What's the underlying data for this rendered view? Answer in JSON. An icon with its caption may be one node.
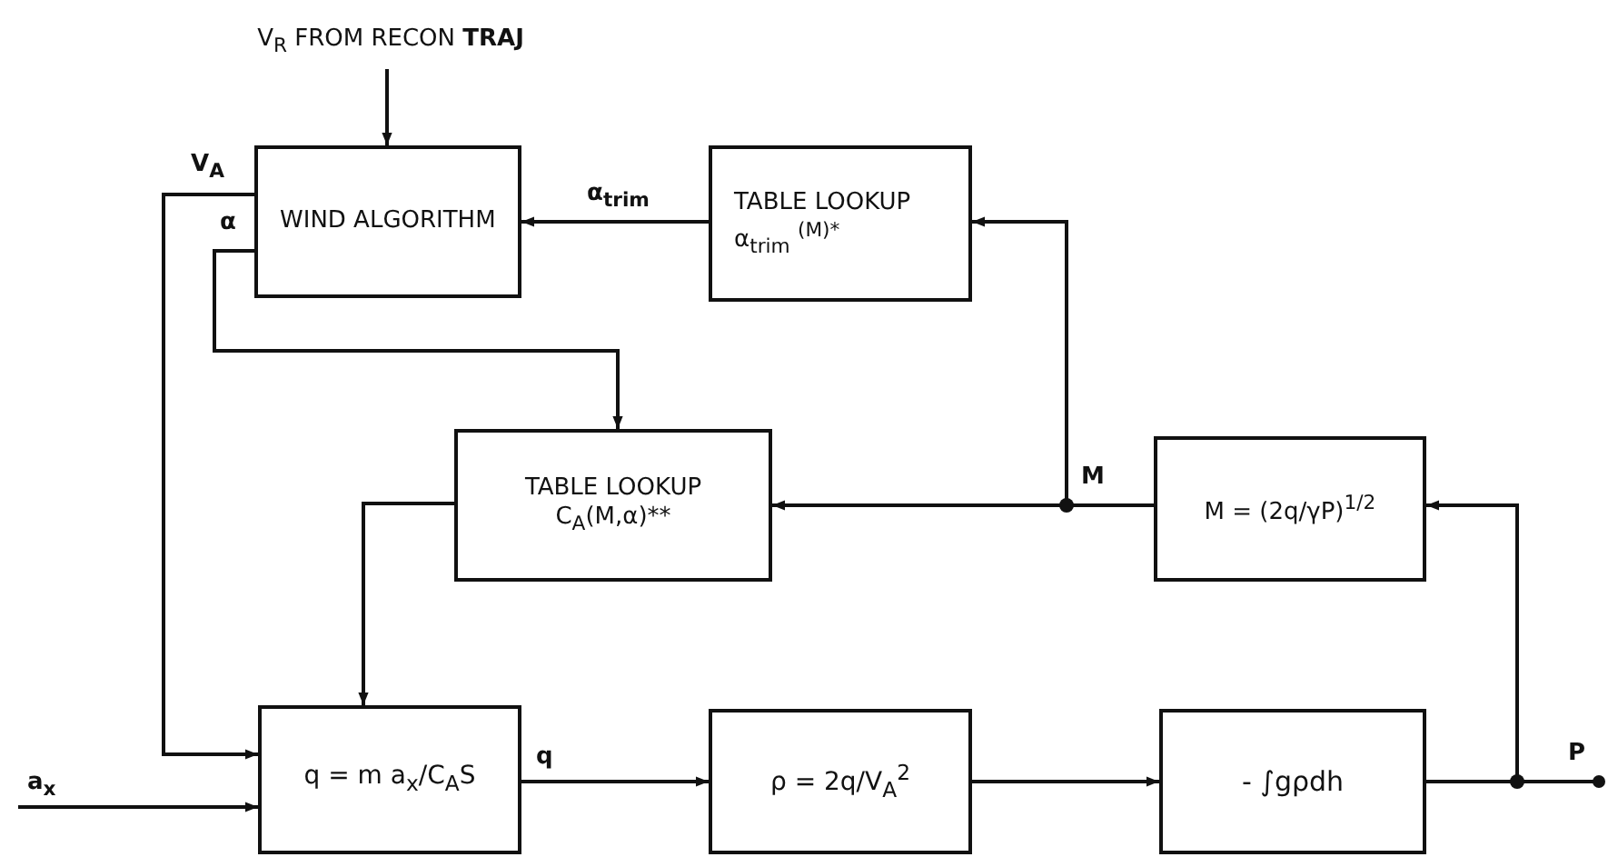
{
  "diagram": {
    "nodes": [
      {
        "text": [
          "V$_{R}$ FROM RECON **TRAJ**"
        ]
      },
      {
        "text": [
          "WIND ALGORITHM"
        ]
      },
      {
        "text": [
          "TABLE LOOKUP",
          "α$_{trim}$ $^{(M)*}$"
        ]
      },
      {
        "text": [
          "TABLE LOOKUP",
          "C$_{A}$(M,α)**"
        ]
      },
      {
        "text": [
          "M = (2q/γP)$^{1/2}$"
        ]
      },
      {
        "text": [
          "q = m a$_{x}$/C$_{A}$S"
        ]
      },
      {
        "text": [
          "ρ = 2q/V$_{A}$$^{2}$"
        ]
      },
      {
        "text": [
          "- ∫gρdh"
        ]
      }
    ],
    "edges": [
      {
        "from": 0,
        "to": 1,
        "arrow": "to"
      },
      {
        "from": 2,
        "to": 1,
        "arrow": "to",
        "label": "α$_{trim}$"
      },
      {
        "from": 1,
        "to": 5,
        "arrow": "to",
        "label": "V$_{A}$"
      },
      {
        "from": 1,
        "to": 3,
        "arrow": "to",
        "label": "α"
      },
      {
        "from": 4,
        "to": 3,
        "arrow": "to",
        "label": "M"
      },
      {
        "from": 4,
        "to": 2,
        "arrow": "to"
      },
      {
        "from": 3,
        "to": 5,
        "arrow": "to"
      },
      {
        "from": null,
        "to": 5,
        "arrow": "to",
        "label": "a$_{x}$"
      },
      {
        "from": 5,
        "to": 6,
        "arrow": "to",
        "label": "q"
      },
      {
        "from": 6,
        "to": 7,
        "arrow": "to"
      },
      {
        "from": 7,
        "to": 4,
        "arrow": "to"
      },
      {
        "from": 7,
        "to": null,
        "arrow": "other",
        "label": "P"
      }
    ]
  }
}
